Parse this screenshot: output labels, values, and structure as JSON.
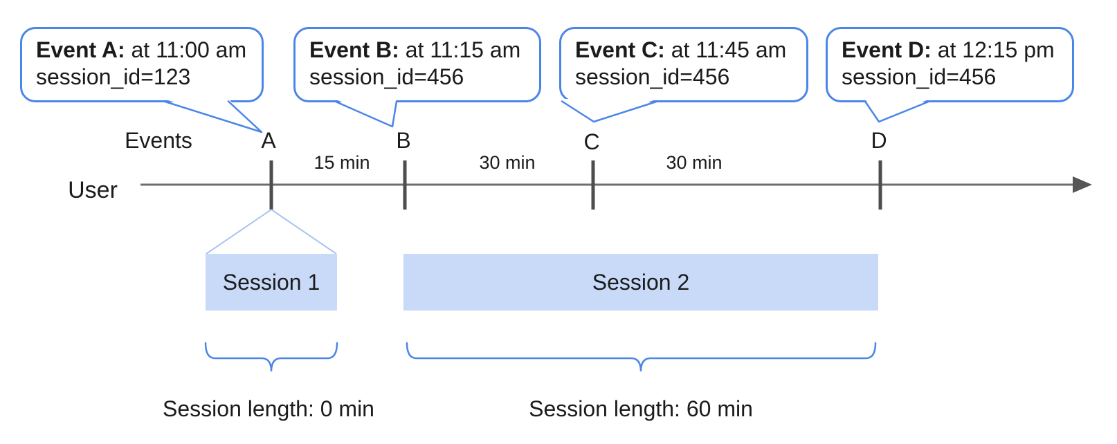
{
  "callouts": [
    {
      "label": "Event A:",
      "time": "at 11:00 am",
      "session": "session_id=123"
    },
    {
      "label": "Event B:",
      "time": "at 11:15 am",
      "session": "session_id=456"
    },
    {
      "label": "Event C:",
      "time": "at 11:45 am",
      "session": "session_id=456"
    },
    {
      "label": "Event D:",
      "time": "at 12:15 pm",
      "session": "session_id=456"
    }
  ],
  "timeline": {
    "events_label": "Events",
    "user_label": "User",
    "event_marks": [
      "A",
      "B",
      "C",
      "D"
    ],
    "intervals": [
      "15 min",
      "30 min",
      "30 min"
    ]
  },
  "sessions": [
    {
      "name": "Session 1",
      "length_label": "Session length: 0 min"
    },
    {
      "name": "Session 2",
      "length_label": "Session length: 60 min"
    }
  ],
  "colors": {
    "accent_blue": "#4a86e8",
    "session_fill": "#c9daf8",
    "funnel_light_blue": "#abc4f0",
    "timeline_gray": "#6e6e6e",
    "tick_gray": "#4d4d4d",
    "text": "#1b1b1b"
  }
}
